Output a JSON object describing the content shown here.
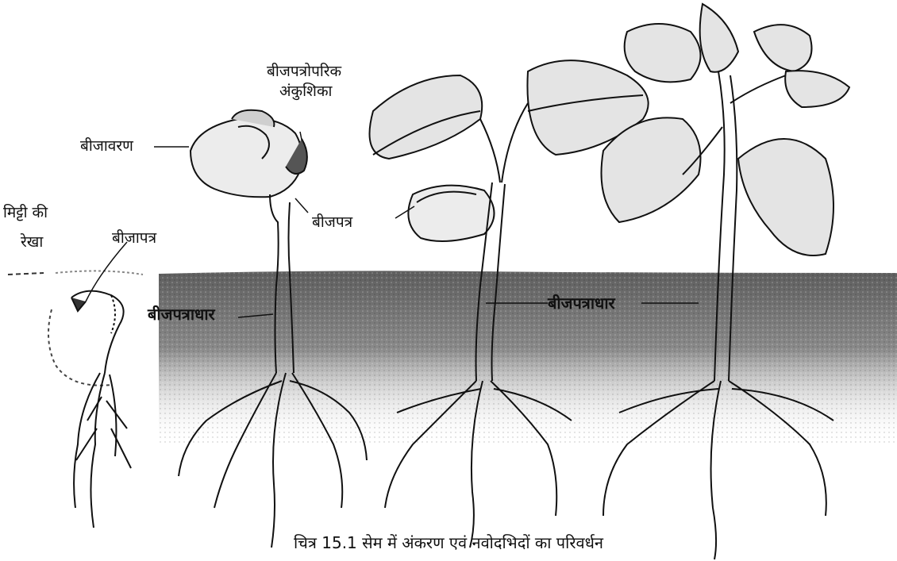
{
  "labels": {
    "seed_coat": "बीजावरण",
    "epicotyl_hook_line1": "बीजपत्रोपरिक",
    "epicotyl_hook_line2": "अंकुशिका",
    "soil_line_line1": "मिट्टी की",
    "soil_line_line2": "रेखा",
    "cotyledon_small": "बीजापत्र",
    "hypocotyl_left": "बीजपत्राधार",
    "cotyledon": "बीजपत्र",
    "hypocotyl_right": "बीजपत्राधार"
  },
  "caption": "चित्र 15.1 सेम में अंकरण एवं नवोदभिदों का परिवर्धन",
  "colors": {
    "ink": "#111111",
    "leaf_fill": "#e4e4e4",
    "soil_dark": "#6e6e6e",
    "background": "#ffffff"
  }
}
